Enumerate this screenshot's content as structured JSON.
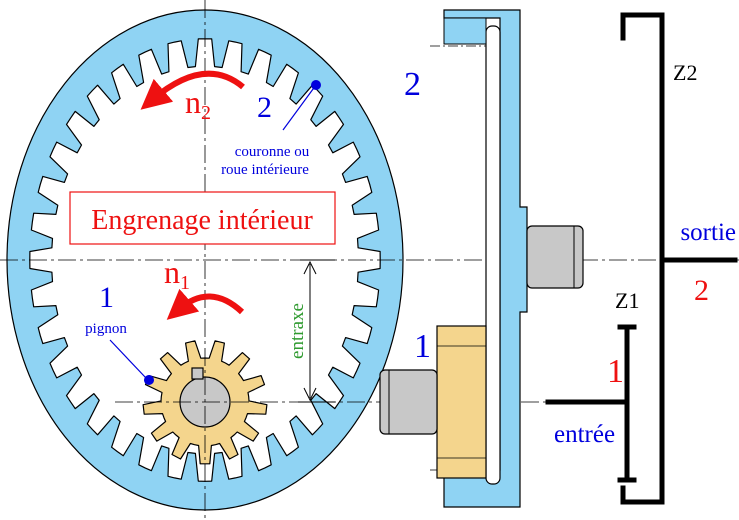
{
  "colors": {
    "ring": "#8fd3f3",
    "pinion": "#f4d58d",
    "shaft": "#c8c8c8",
    "outline": "#000000",
    "red": "#ee1111",
    "blue": "#0000dd",
    "green": "#2f9a2f"
  },
  "labels": {
    "title": "Engrenage intérieur",
    "n2_main": "n",
    "n2_sub": "2",
    "n1_main": "n",
    "n1_sub": "1",
    "ring_number": "2",
    "ring_desc_line1": "couronne ou",
    "ring_desc_line2": "roue intérieure",
    "pinion_number": "1",
    "pinion_desc": "pignon",
    "entraxe": "entraxe",
    "side_ring_number": "2",
    "side_pinion_number": "1",
    "z2": "Z2",
    "z1": "Z1",
    "sortie": "sortie",
    "output_number": "2",
    "input_number": "1",
    "entree": "entrée"
  }
}
